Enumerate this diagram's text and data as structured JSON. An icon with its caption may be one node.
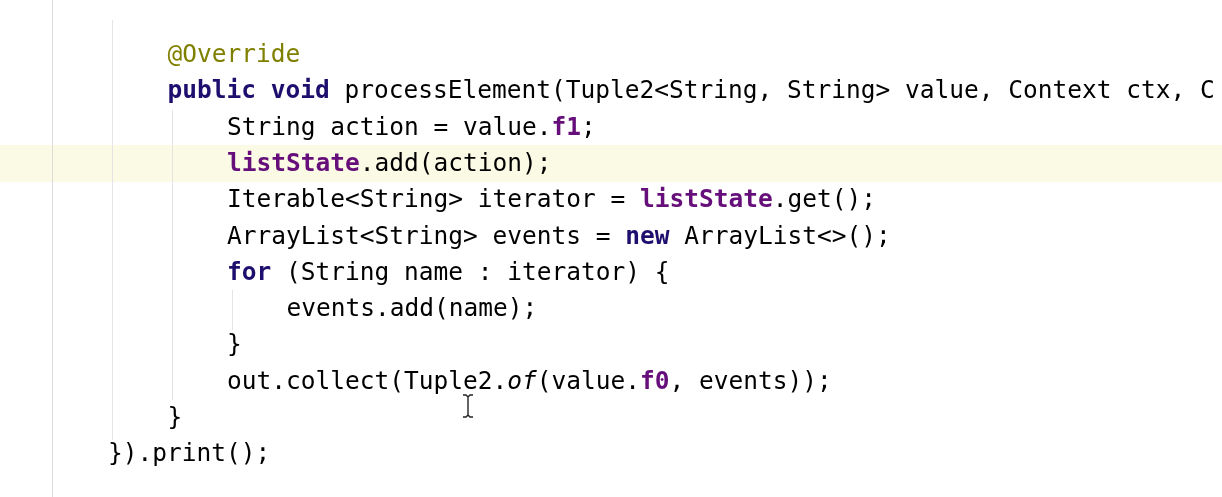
{
  "diagram": {
    "labels": [
      "@Override",
      "**public void** processElement(Tuple2<String, String> value, Context ctx, C",
      "String action = value.**f1**;",
      "**listState**.add(action);",
      "Iterable<String> iterator = **listState**.get();",
      "ArrayList<String> events = **new** ArrayList<>();",
      "**for** (String name : iterator) {",
      "events.add(name);",
      "}",
      "out.collect(Tuple2.*of*(value.**f0**, events));",
      "}",
      "}).print();"
    ]
  }
}
